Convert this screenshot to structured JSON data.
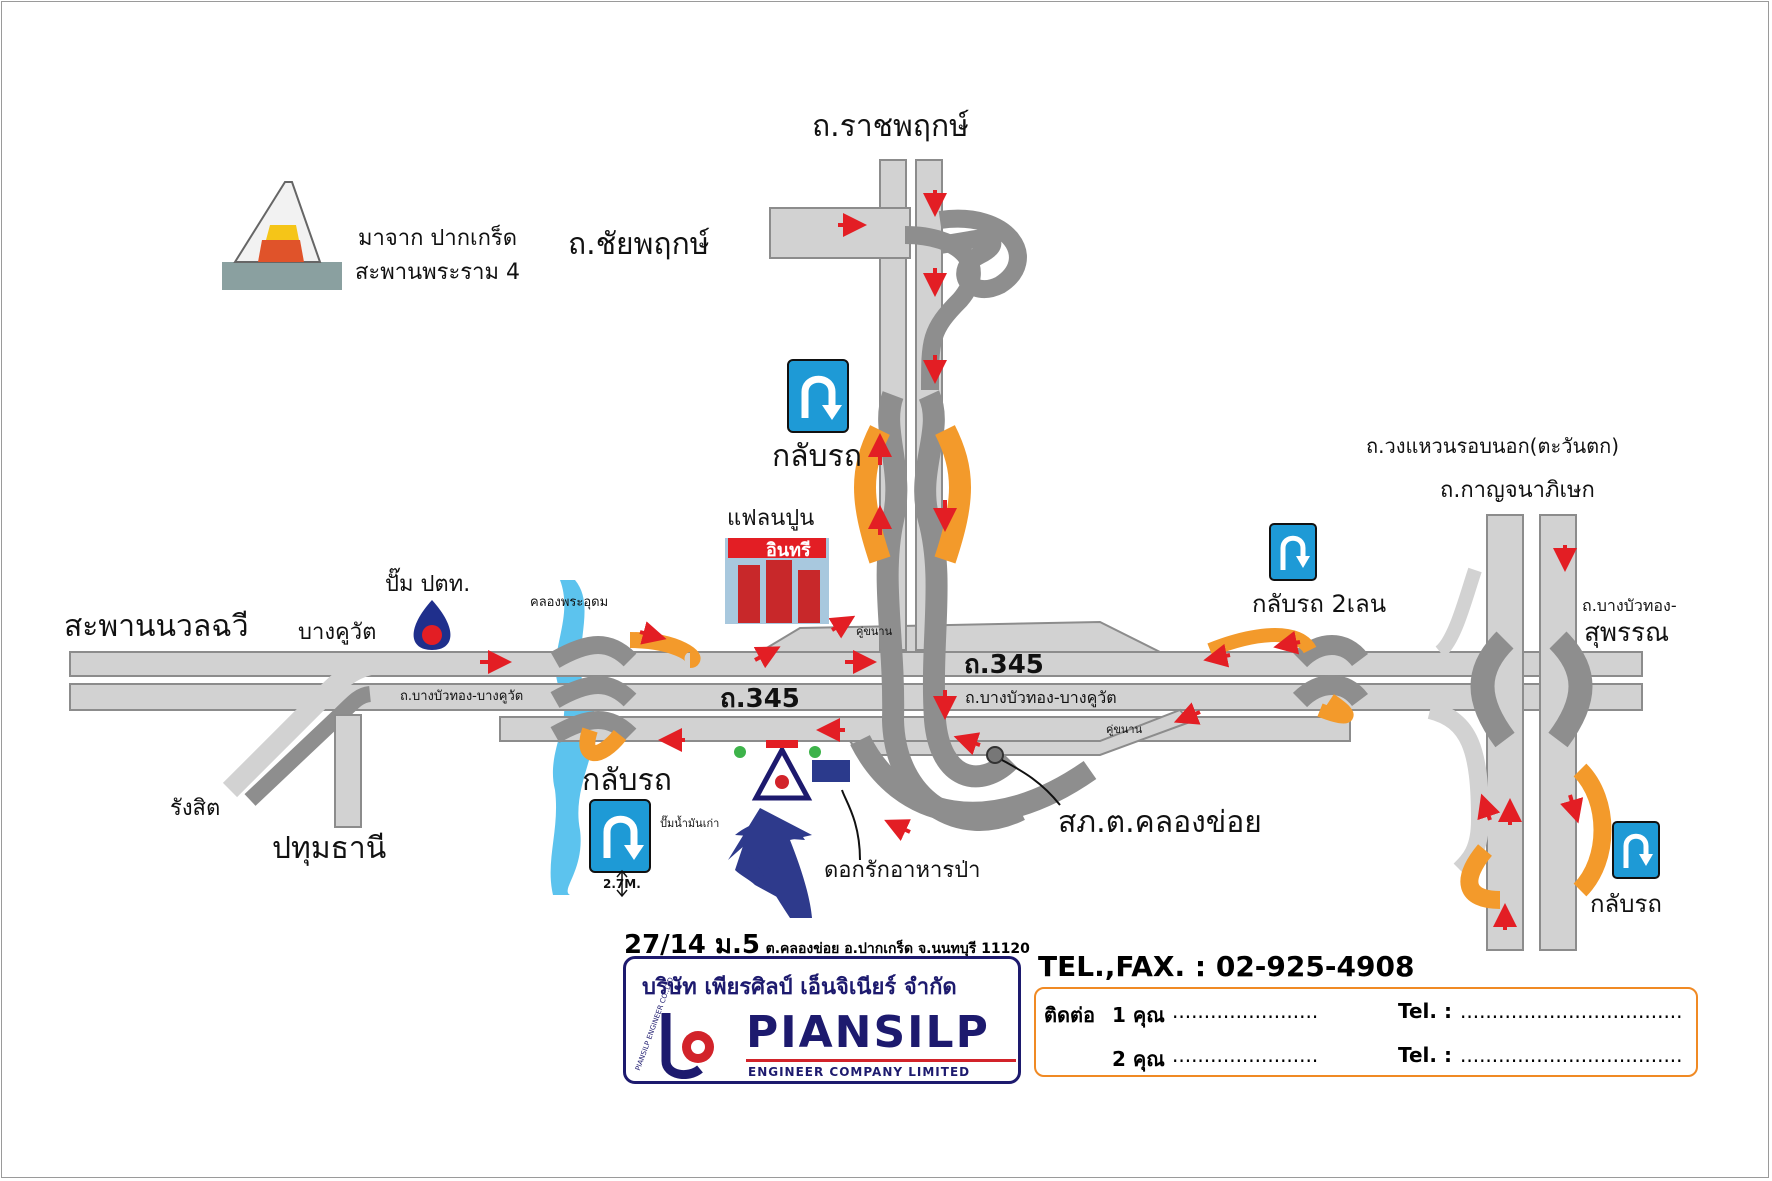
{
  "labels": {
    "rachaphruek": "ถ.ราชพฤกษ์",
    "chaiyaphruek": "ถ.ชัยพฤกษ์",
    "from_pakkret": "มาจาก ปากเกร็ด",
    "rama4_bridge": "สะพานพระราม 4",
    "uturn_top": "กลับรถ",
    "flan_pun": "แฟลนปูน",
    "inseeb": "อินทรี",
    "pump_ptt": "ปั๊ม ปตท.",
    "nawalchawee": "สะพานนวลฉวี",
    "bang_khu_wat": "บางคูวัต",
    "khlong_phra_udom": "คลองพระอุดม",
    "khu_khanan_top": "คู่ขนาน",
    "road_345_top": "ถ.345",
    "road_345_mid": "ถ.345",
    "bangbuathong_left": "ถ.บางบัวทอง-บางคูวัต",
    "bangbuathong_right": "ถ.บางบัวทอง-บางคูวัต",
    "khu_khanan_bottom": "คู่ขนาน",
    "uturn_2lane": "กลับรถ 2เลน",
    "kanchanaphisek_ring": "ถ.วงแหวนรอบนอก(ตะวันตก)",
    "kanchanaphisek": "ถ.กาญจนาภิเษก",
    "bangbuathong_suphan_1": "ถ.บางบัวทอง-",
    "bangbuathong_suphan_2": "สุพรรณ",
    "uturn_left": "กลับรถ",
    "old_gas": "ปั๊มน้ำมันเก่า",
    "dokrak": "ดอกรักอาหารป่า",
    "police": "สภ.ต.คลองข่อย",
    "rangsit": "รังสิต",
    "pathumthani": "ปทุมธานี",
    "height": "2.7M.",
    "uturn_right": "กลับรถ"
  },
  "address": {
    "line_main": "27/14 ม.5",
    "line_rest": "ต.คลองข่อย อ.ปากเกร็ด  จ.นนทบุรี 11120"
  },
  "company": {
    "name_th": "บริษัท เพียรศิลป์ เอ็นจิเนียร์ จำกัด",
    "name_en": "PIANSILP",
    "sub_en": "ENGINEER COMPANY LIMITED",
    "logo_text": "PIANSILP ENGINEER CO.,LTD."
  },
  "contact": {
    "tel_fax": "TEL.,FAX. : 02-925-4908",
    "contact_label": "ติดต่อ",
    "row1_prefix": "1 คุณ",
    "row1_dots": ".......................",
    "row1_tel": "Tel. :",
    "row1_tel_dots": "...................................",
    "row2_prefix": "2 คุณ",
    "row2_dots": ".......................",
    "row2_tel": "Tel. :",
    "row2_tel_dots": "..................................."
  },
  "colors": {
    "road": "#d2d2d2",
    "road_edge": "#8c8c8c",
    "ramp": "#8e8e8e",
    "uturn_orange": "#f39a2b",
    "arrow_red": "#e31e24",
    "river": "#5cc3ee",
    "sign_blue": "#1e9ad6",
    "brand_navy": "#1d1a6e",
    "brand_red": "#d2232a",
    "ptt_blue": "#1f2f8c",
    "approach_arrow": "#2e3a8c"
  },
  "icons": [
    "u-turn-sign-icon",
    "ptt-pump-icon",
    "pagoda-icon",
    "cement-plant-icon",
    "company-marker-icon",
    "police-station-icon",
    "direction-arrow-icon"
  ]
}
